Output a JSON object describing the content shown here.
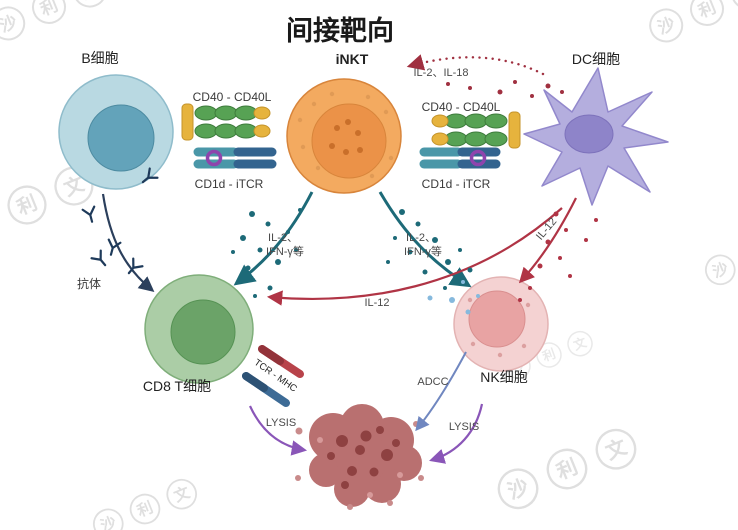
{
  "title": "间接靶向",
  "watermark": {
    "chars": [
      "沙",
      "利",
      "文"
    ]
  },
  "cells": {
    "b": "B细胞",
    "inkt": "iNKT",
    "dc": "DC细胞",
    "cd8": "CD8 T细胞",
    "nk": "NK细胞"
  },
  "interactions": {
    "cd40_left": "CD40 - CD40L",
    "cd1d_left": "CD1d - iTCR",
    "cd40_right": "CD40 - CD40L",
    "cd1d_right": "CD1d - iTCR",
    "tcr_mhc": "TCR - MHC"
  },
  "cytokines": {
    "il2_il18": "IL-2、IL-18",
    "il2_left_line1": "IL-2、",
    "il2_left_line2": "IFN-γ等",
    "il2_right_line1": "IL-2、",
    "il2_right_line2": "IFN-γ等",
    "il12_dc_nk": "IL-12",
    "il12_dc_cd8": "IL-12",
    "antibody": "抗体",
    "adcc": "ADCC",
    "lysis_left": "LYSIS",
    "lysis_right": "LYSIS"
  },
  "colors": {
    "teal_arrow": "#1d6a78",
    "red_arrow": "#b03445",
    "dark_red_dotted": "#a03040",
    "navy_arrow": "#2b3f5c",
    "purple_arrow": "#8a56b8",
    "blue_arrow": "#7087c0",
    "b_cell": "#b9d9e2",
    "b_nucleus": "#63a3ba",
    "inkt_cell": "#f3aa60",
    "inkt_nucleus": "#eb9248",
    "dc_cell": "#b4aede",
    "dc_nucleus": "#8e84c9",
    "cd8_cell": "#abcda6",
    "cd8_nucleus": "#6ba368",
    "nk_cell": "#f4d2d2",
    "nk_nucleus": "#e8a3a3",
    "tumor": "#b97070",
    "tumor_spots": "#8e4141",
    "cd40_yellow": "#e6b33d",
    "cd40_green": "#57a254",
    "cd1d_teal": "#4a97a8",
    "cd1d_blue": "#33648f",
    "itcr_purple": "#8e44ad",
    "watermark": "#c6c6c6"
  }
}
